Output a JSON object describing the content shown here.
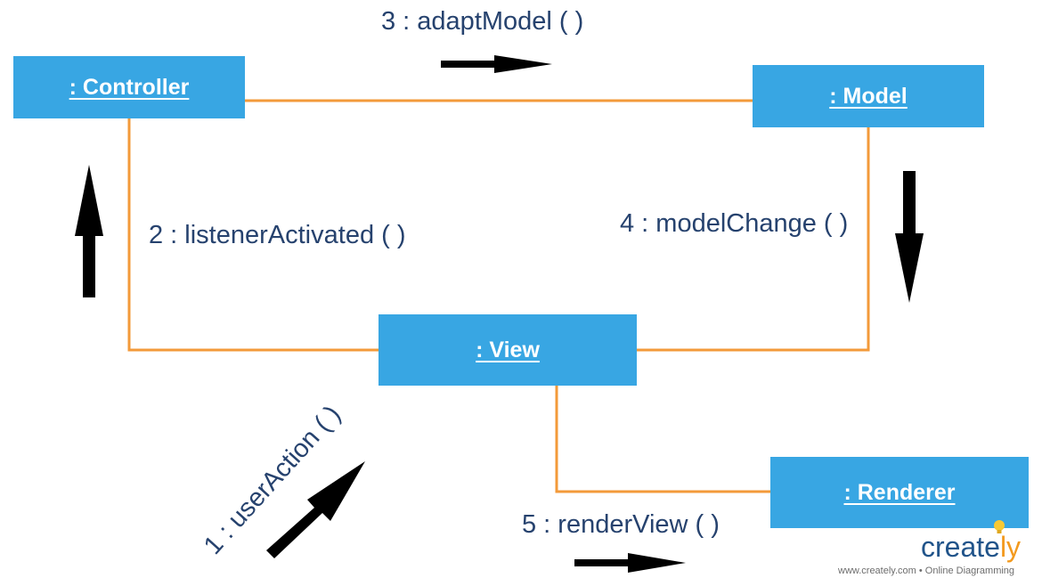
{
  "objects": {
    "controller": ": Controller",
    "model": ": Model",
    "view": ": View",
    "renderer": ": Renderer"
  },
  "messages": {
    "m1": "1 : userAction ( )",
    "m2": "2 : listenerActivated ( )",
    "m3": "3 :  adaptModel ( )",
    "m4": "4 : modelChange ( )",
    "m5": "5 : renderView ( )"
  },
  "branding": {
    "logo_main": "create",
    "logo_accent": "ly",
    "tagline": "www.creately.com • Online Diagramming"
  },
  "colors": {
    "object_fill": "#38a6e3",
    "connector": "#f39a3a",
    "label_text": "#26426e",
    "arrow": "#000000"
  }
}
